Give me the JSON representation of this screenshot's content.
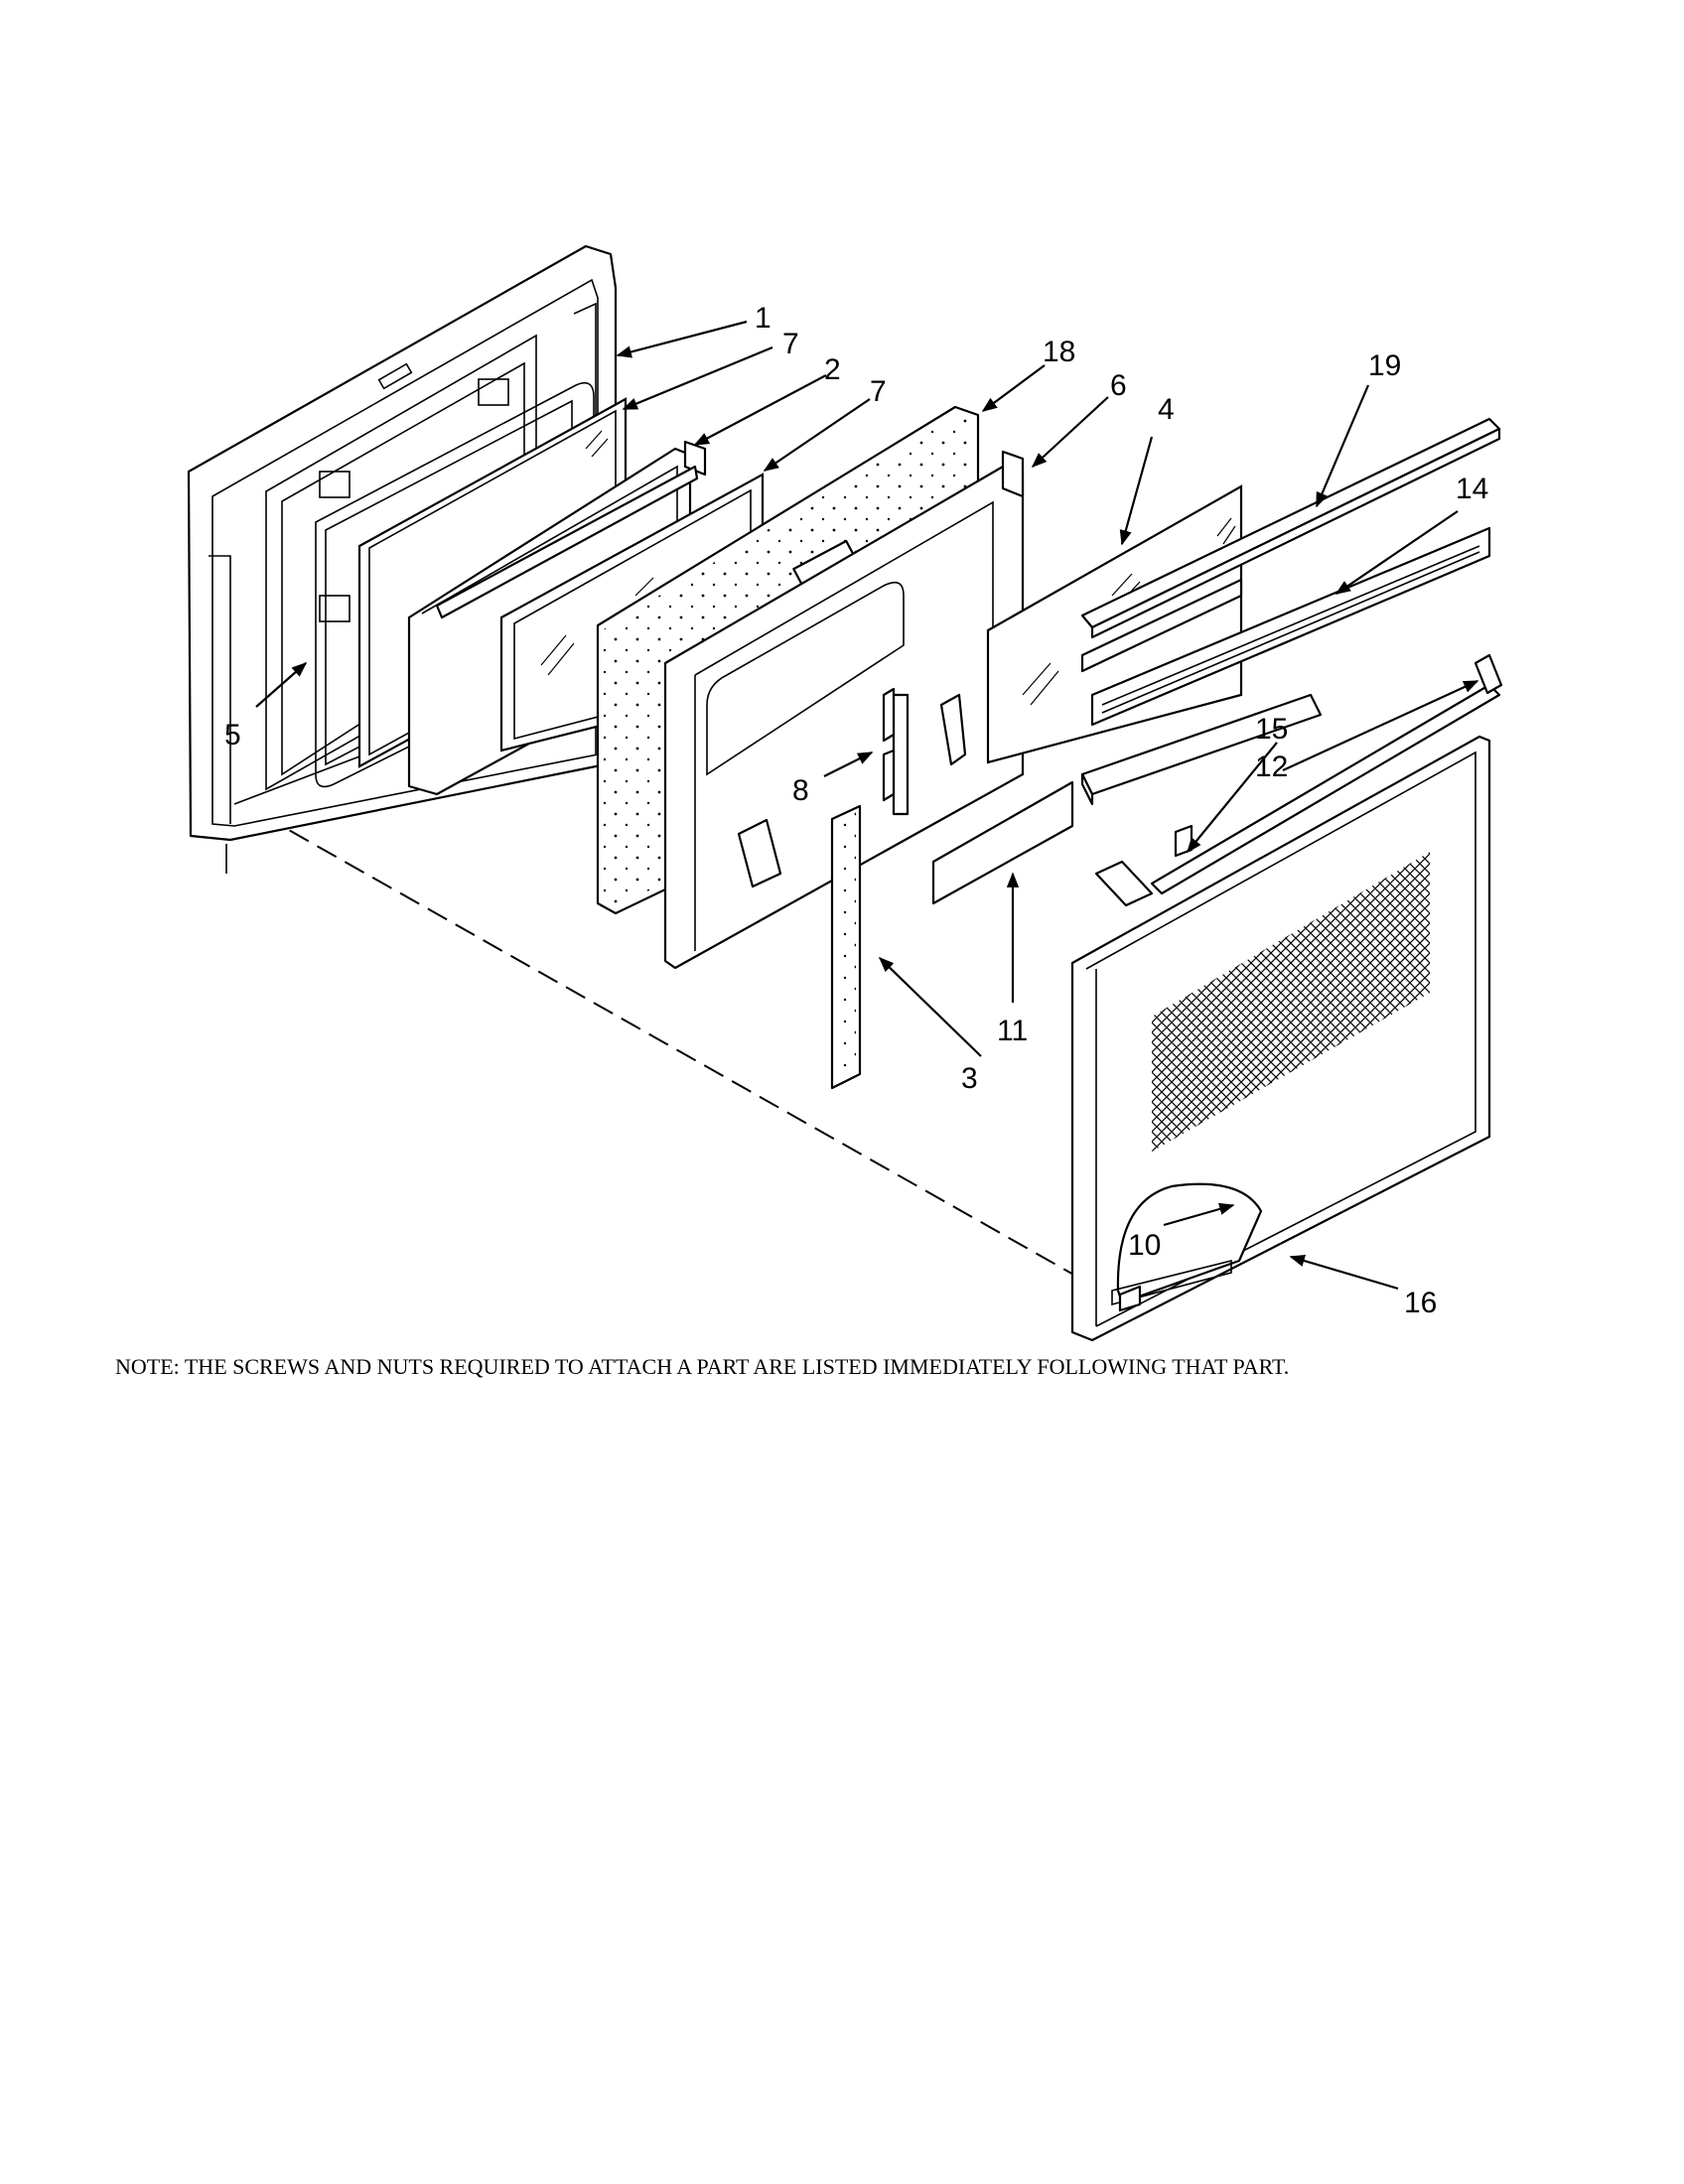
{
  "callouts": {
    "c1": "1",
    "c2": "2",
    "c3": "3",
    "c4": "4",
    "c5": "5",
    "c6": "6",
    "c7a": "7",
    "c7b": "7",
    "c8": "8",
    "c10": "10",
    "c11": "11",
    "c12": "12",
    "c14": "14",
    "c15": "15",
    "c16": "16",
    "c18": "18",
    "c19": "19"
  },
  "note": "NOTE: THE SCREWS AND NUTS REQUIRED TO ATTACH A PART ARE LISTED IMMEDIATELY FOLLOWING THAT PART."
}
